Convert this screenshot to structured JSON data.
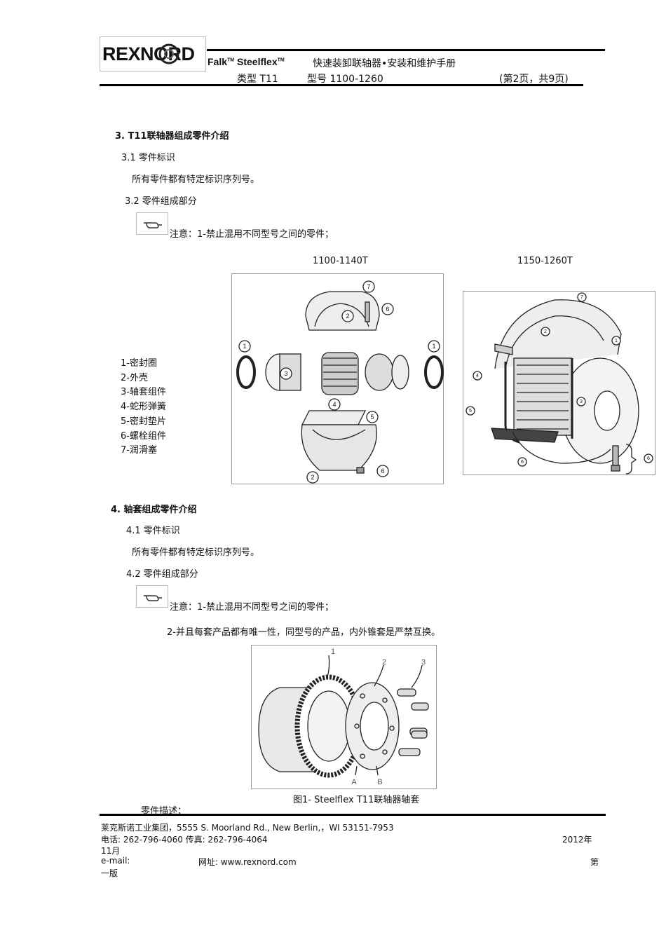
{
  "header": {
    "logo": "REXNORD",
    "brand_falk": "Falk",
    "brand_steelflex": "Steelflex",
    "tm": "TM",
    "title": "快速装卸联轴器•安装和维护手册",
    "type_label": "类型  T11",
    "model_label": "型号  1100-1260",
    "page_label": "(第2页，共9页)"
  },
  "section3": {
    "heading": "3. T11联轴器组成零件介绍",
    "s31_title": "3.1  零件标识",
    "s31_text": "所有零件都有特定标识序列号。",
    "s32_title": "3.2  零件组成部分",
    "note": "注意：1-禁止混用不同型号之间的零件；",
    "fig_left_label": "1100-1140T",
    "fig_right_label": "1150-1260T",
    "parts": [
      "1-密封圈",
      "2-外壳",
      "3-轴套组件",
      "4-蛇形弹簧",
      "5-密封垫片",
      "6-螺栓组件",
      "7-润滑塞"
    ]
  },
  "section4": {
    "heading": "4.  轴套组成零件介绍",
    "s41_title": "4.1  零件标识",
    "s41_text": "所有零件都有特定标识序列号。",
    "s42_title": "4.2  零件组成部分",
    "note1": "注意：1-禁止混用不同型号之间的零件；",
    "note2": "2-并且每套产品都有唯一性，同型号的产品，内外锥套是严禁互换。",
    "fig_caption": "图1- Steelflex T11联轴器轴套",
    "parts_desc": "零件描述："
  },
  "footer": {
    "company": "莱克斯诺工业集团，5555 S. Moorland Rd., New Berlin,，WI 53151-7953",
    "phone": "电话: 262-796-4060  传真: 262-796-4064",
    "year": "2012年",
    "month": "11月",
    "email": "e-mail:",
    "website": "网址: www.rexnord.com",
    "edition_a": "第",
    "edition_b": "一版"
  }
}
